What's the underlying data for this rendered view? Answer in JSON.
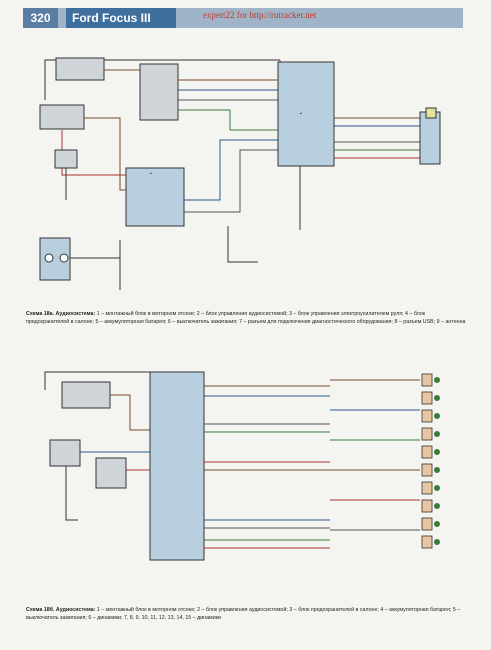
{
  "header": {
    "page_number": "320",
    "book_title": "Ford Focus III",
    "watermark": "expert22 for http://rutracker.net"
  },
  "figure1": {
    "caption_label": "Схема 18а. Аудиосистема:",
    "caption_text": "1 – монтажный блок в моторном отсеке; 2 – блок управления аудиосистемой; 3 – блок управления электроусилителем руля; 4 – блок предохранителей в салоне; 5 – аккумуляторная батарея; 6 – выключатель зажигания; 7 – разъем для подключения диагностического оборудования; 8 – разъем USB; 9 – антенна"
  },
  "figure2": {
    "caption_label": "Схема 18б. Аудиосистема:",
    "caption_text": "1 – монтажный блок в моторном отсеке; 2 – блок управления аудиосистемой; 3 – блок предохранителей в салоне; 4 – аккумуляторная батарея; 5 – выключатель зажигания; 6 – динамики; 7, 8, 9, 10, 11, 12, 13, 14, 15 – динамики"
  },
  "colors": {
    "header_bg": "#9fb3c9",
    "page_num_bg": "#5a7da3",
    "title_bg": "#3f6f9c",
    "module_fill": "#b8cfe0",
    "watermark": "#c0392b"
  }
}
